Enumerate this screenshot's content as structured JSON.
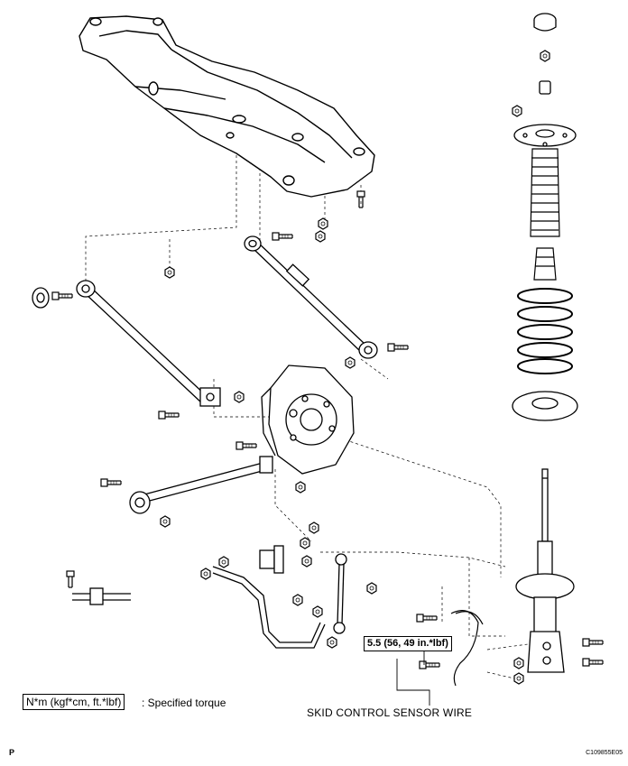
{
  "labels": {
    "torque_value": "5.5 (56, 49 in.*lbf)",
    "legend_unit": "N*m (kgf*cm, ft.*lbf)",
    "legend_desc": ": Specified torque",
    "sensor_wire": "SKID CONTROL SENSOR WIRE",
    "page_letter": "P",
    "figure_code": "C109855E05"
  },
  "colors": {
    "ink": "#000000",
    "paper": "#ffffff"
  },
  "icons": [
    "crossmember",
    "strut-assembly",
    "coil-spring",
    "control-arm",
    "axle-carrier-hub",
    "stabilizer-bar",
    "bolt",
    "nut"
  ]
}
